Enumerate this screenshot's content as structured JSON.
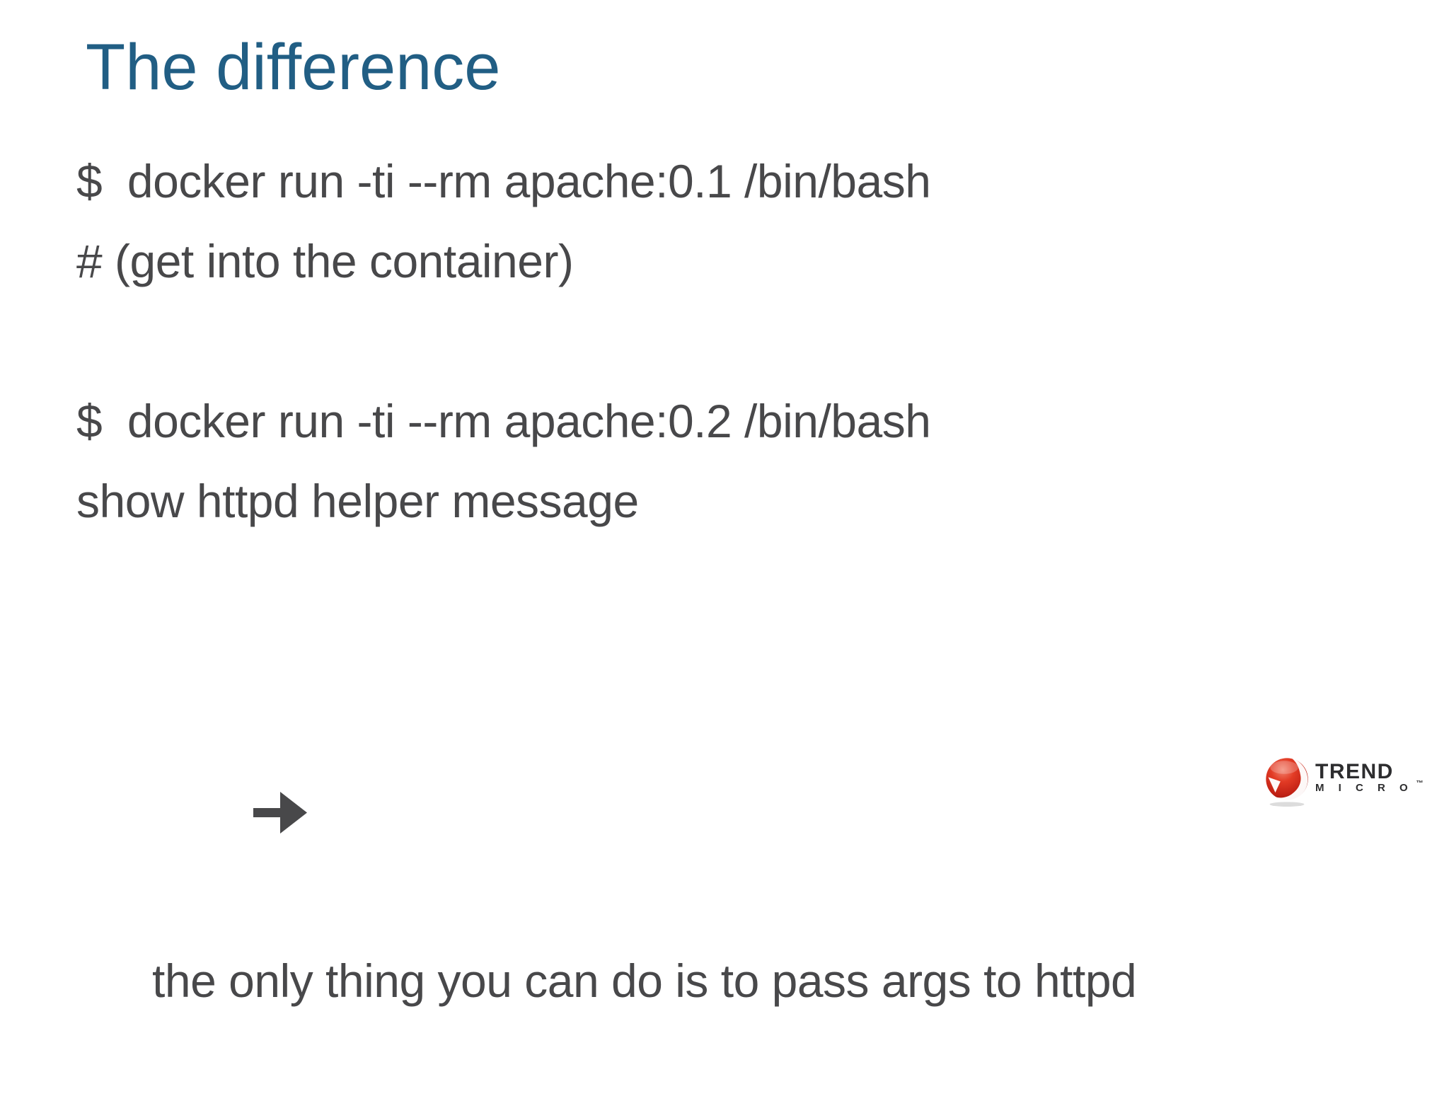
{
  "slide": {
    "title": "The difference",
    "title_color": "#215e84",
    "body_color": "#48484a",
    "background": "#ffffff",
    "lines": [
      {
        "text": "$  docker run -ti --rm apache:0.1 /bin/bash"
      },
      {
        "text": "# (get into the container)"
      },
      {
        "text": ""
      },
      {
        "text": "$  docker run -ti --rm apache:0.2 /bin/bash"
      },
      {
        "text": "show httpd helper message"
      },
      {
        "text": ""
      },
      {
        "text": "the only thing you can do is to pass args to httpd"
      }
    ],
    "arrow_icon": "right-arrow"
  },
  "logo": {
    "brand_top": "TREND",
    "brand_bottom": "M I C R O",
    "trademark": "™",
    "ball_red": "#d9261c",
    "text_color": "#2d2d2f"
  }
}
